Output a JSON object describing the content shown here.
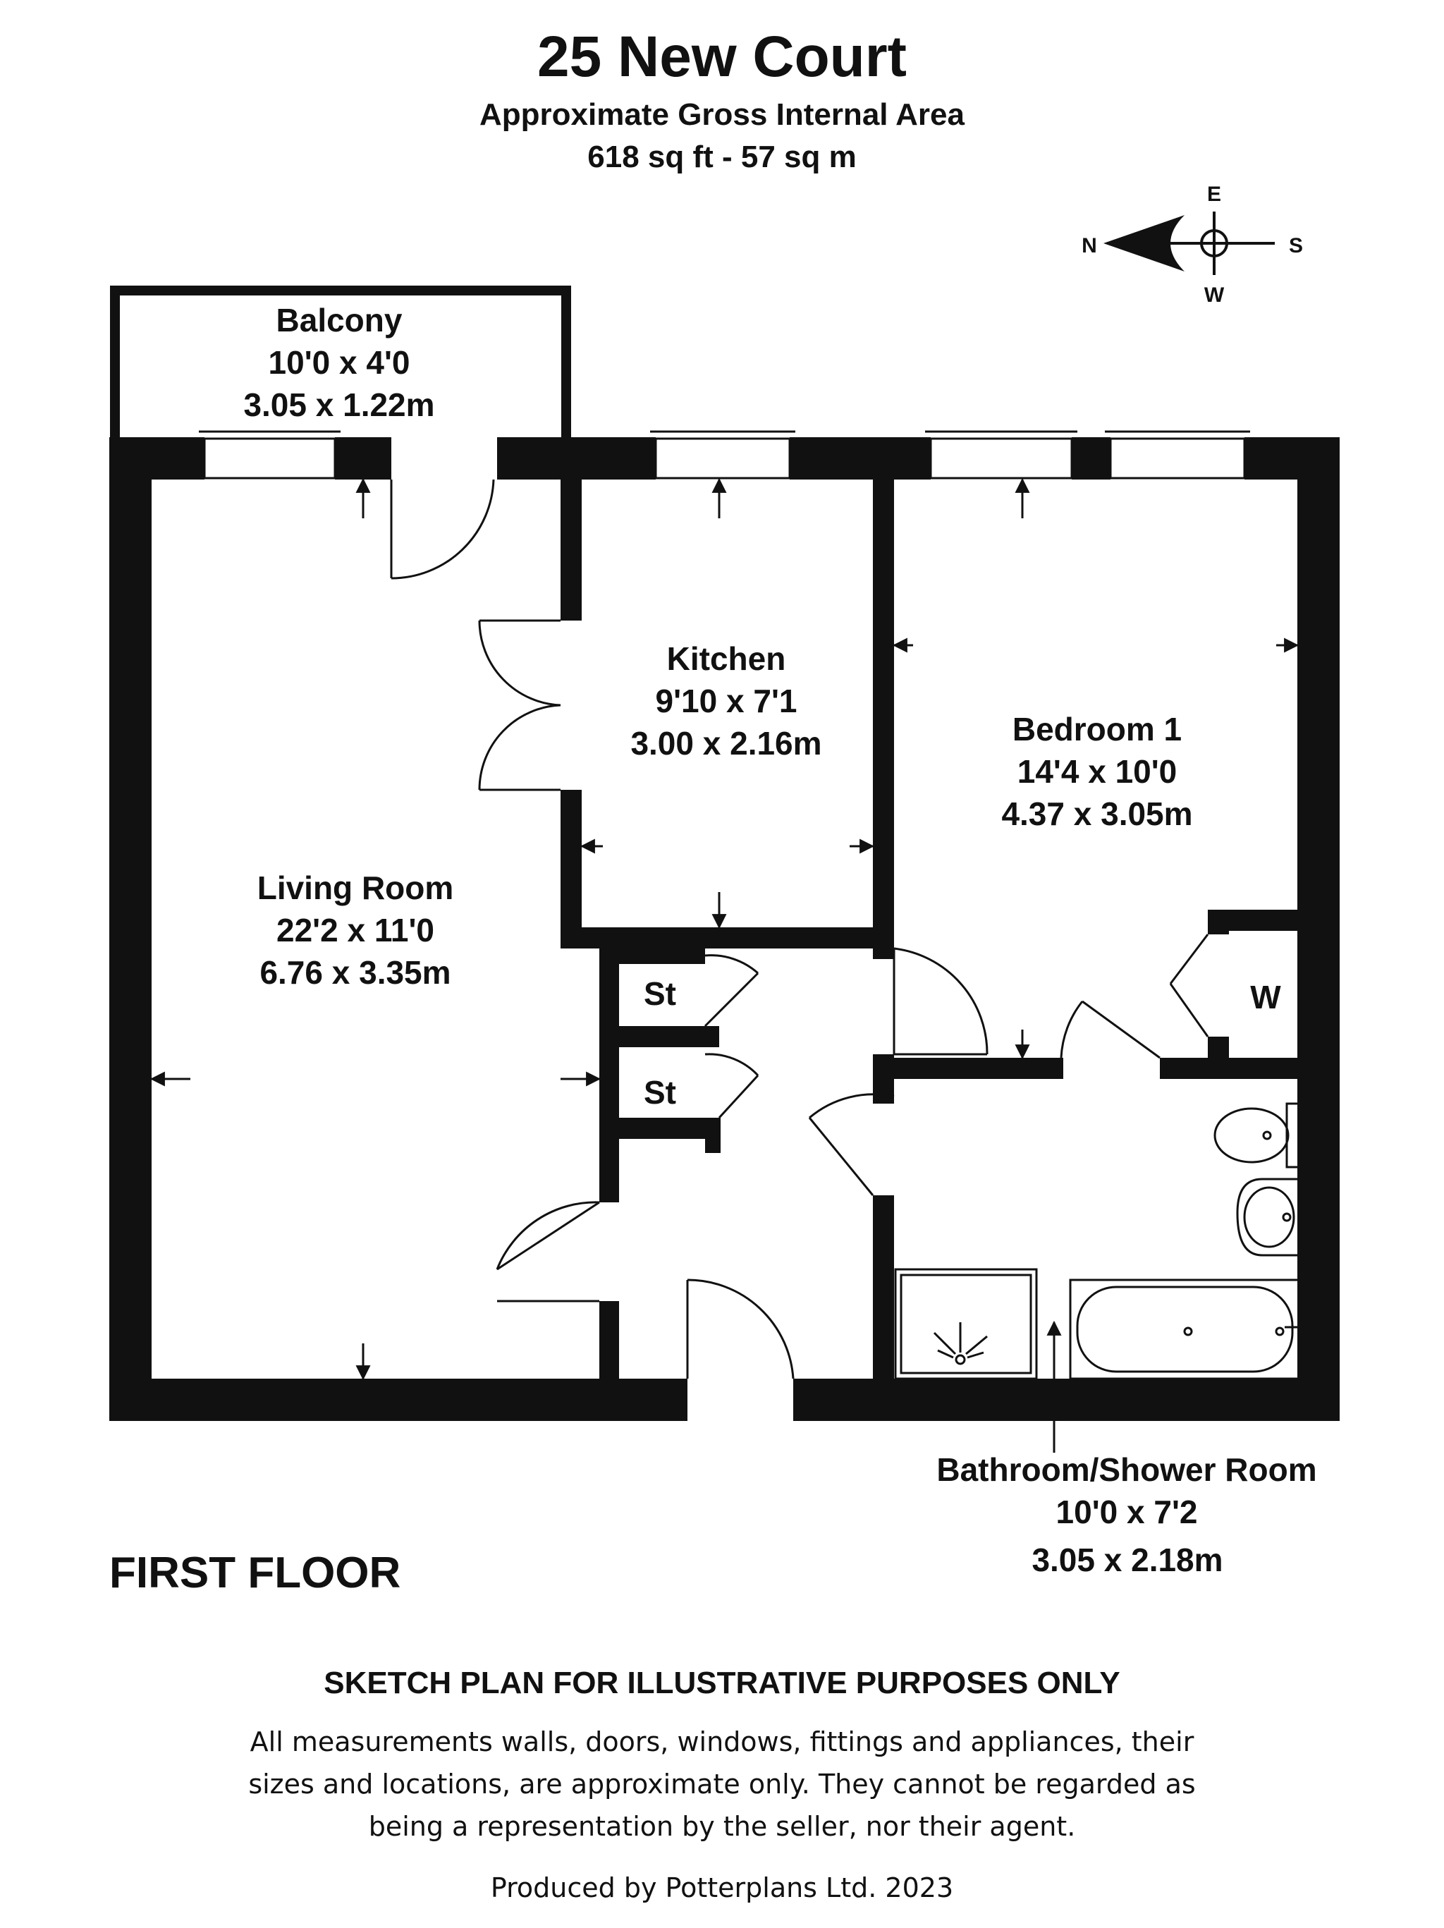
{
  "header": {
    "title": "25 New Court",
    "subtitle": "Approximate Gross Internal Area",
    "area": "618 sq ft - 57 sq m"
  },
  "compass": {
    "n": "N",
    "e": "E",
    "s": "S",
    "w": "W"
  },
  "rooms": {
    "balcony": {
      "name": "Balcony",
      "imperial": "10'0 x 4'0",
      "metric": "3.05 x 1.22m"
    },
    "kitchen": {
      "name": "Kitchen",
      "imperial": "9'10 x 7'1",
      "metric": "3.00 x 2.16m"
    },
    "bedroom": {
      "name": "Bedroom 1",
      "imperial": "14'4 x 10'0",
      "metric": "4.37 x 3.05m"
    },
    "living": {
      "name": "Living Room",
      "imperial": "22'2 x 11'0",
      "metric": "6.76 x 3.35m"
    },
    "bathroom": {
      "name": "Bathroom/Shower Room",
      "imperial": "10'0 x 7'2",
      "metric": "3.05 x 2.18m"
    },
    "store1": "St",
    "store2": "St",
    "wardrobe": "W"
  },
  "floor_label": "FIRST FLOOR",
  "disclaimer": {
    "heading": "SKETCH PLAN FOR ILLUSTRATIVE PURPOSES ONLY",
    "line1": "All measurements walls, doors, windows, fittings and appliances, their",
    "line2": "sizes and locations, are approximate only. They cannot be regarded as",
    "line3": "being a representation by the seller, nor their agent.",
    "produced": "Produced by Potterplans Ltd. 2023"
  }
}
